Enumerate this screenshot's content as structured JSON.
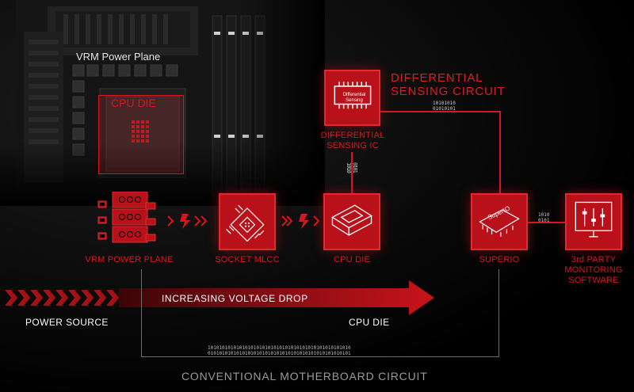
{
  "board": {
    "vrm_caption": "VRM Power Plane",
    "cpu_die_caption": "CPU DIE"
  },
  "differential": {
    "title_line1": "DIFFERENTIAL",
    "title_line2": "SENSING CIRCUIT",
    "chip_text_line1": "Differential",
    "chip_text_line2": "Sensing",
    "ic_label_line1": "DIFFERENTIAL",
    "ic_label_line2": "SENSING IC",
    "bits_top_line1": "10101010",
    "bits_top_line2": "01010101",
    "bits_vertical": [
      "1010",
      "0101"
    ]
  },
  "nodes": {
    "vrm": "VRM POWER PLANE",
    "socket": "SOCKET MLCC",
    "cpu": "CPU DIE",
    "superio": "SUPERIO",
    "superio_chip": "SuperIO",
    "third_party_line1": "3rd PARTY",
    "third_party_line2": "MONITORING",
    "third_party_line3": "SOFTWARE"
  },
  "bits_superio_monitor": [
    "1010",
    "0101"
  ],
  "voltage_arrow": {
    "label": "INCREASING VOLTAGE DROP",
    "left": "POWER SOURCE",
    "right": "CPU DIE"
  },
  "conventional": {
    "bits_line1": "10101010101010101010101010101010101010101010101010",
    "bits_line2": "01010101010101010101010101010101010101010101010101",
    "caption": "CONVENTIONAL MOTHERBOARD CIRCUIT"
  },
  "colors": {
    "accent": "#d8161e",
    "box": "#b8111a",
    "grey_line": "#6d6d6d"
  }
}
